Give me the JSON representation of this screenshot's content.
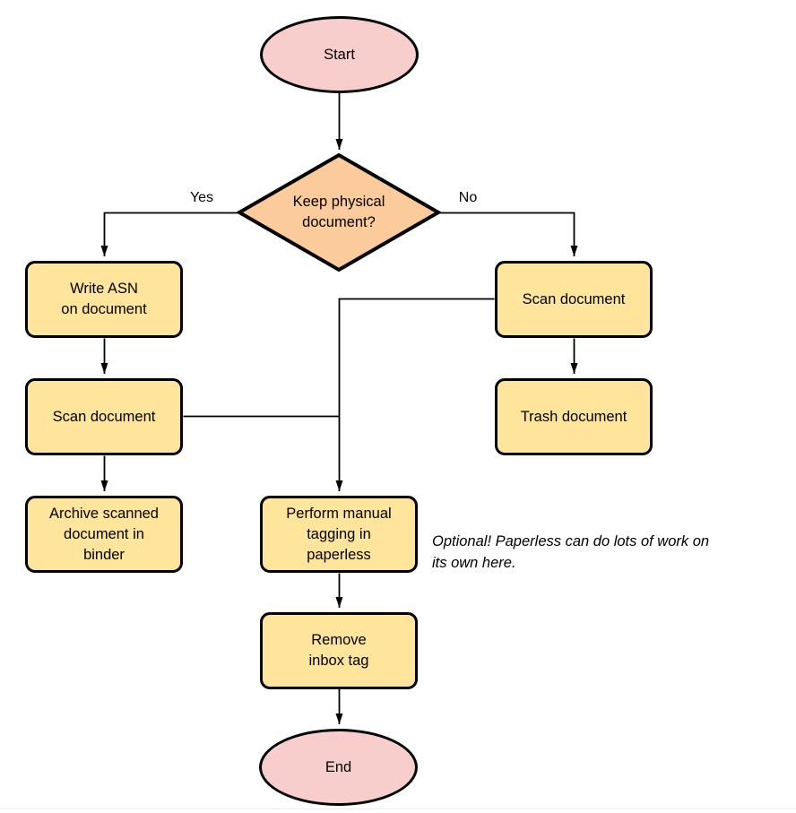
{
  "diagram": {
    "type": "flowchart",
    "nodes": {
      "start": {
        "shape": "terminator",
        "label": "Start"
      },
      "decision": {
        "shape": "decision",
        "label": "Keep physical\ndocument?"
      },
      "write_asn": {
        "shape": "process",
        "label": "Write ASN\non document"
      },
      "scan_left": {
        "shape": "process",
        "label": "Scan document"
      },
      "archive": {
        "shape": "process",
        "label": "Archive scanned\ndocument in\nbinder"
      },
      "scan_right": {
        "shape": "process",
        "label": "Scan document"
      },
      "trash": {
        "shape": "process",
        "label": "Trash document"
      },
      "tagging": {
        "shape": "process",
        "label": "Perform manual\ntagging in\npaperless"
      },
      "remove_inbox": {
        "shape": "process",
        "label": "Remove\ninbox tag"
      },
      "end": {
        "shape": "terminator",
        "label": "End"
      }
    },
    "edge_labels": {
      "yes": "Yes",
      "no": "No"
    },
    "edges": [
      {
        "from": "start",
        "to": "decision",
        "label": ""
      },
      {
        "from": "decision",
        "to": "write_asn",
        "label": "Yes"
      },
      {
        "from": "decision",
        "to": "scan_right",
        "label": "No"
      },
      {
        "from": "write_asn",
        "to": "scan_left",
        "label": ""
      },
      {
        "from": "scan_left",
        "to": "archive",
        "label": ""
      },
      {
        "from": "scan_left",
        "to": "tagging",
        "label": ""
      },
      {
        "from": "scan_right",
        "to": "trash",
        "label": ""
      },
      {
        "from": "scan_right",
        "to": "tagging",
        "label": ""
      },
      {
        "from": "tagging",
        "to": "remove_inbox",
        "label": ""
      },
      {
        "from": "remove_inbox",
        "to": "end",
        "label": ""
      }
    ],
    "note": "Optional! Paperless can do lots of work on\nits own here.",
    "colors": {
      "process_fill": "#FFE49B",
      "terminator_fill": "#F8CECC",
      "decision_fill": "#FCCB9B",
      "stroke_color": "#000000",
      "note_color": "#000000"
    }
  }
}
